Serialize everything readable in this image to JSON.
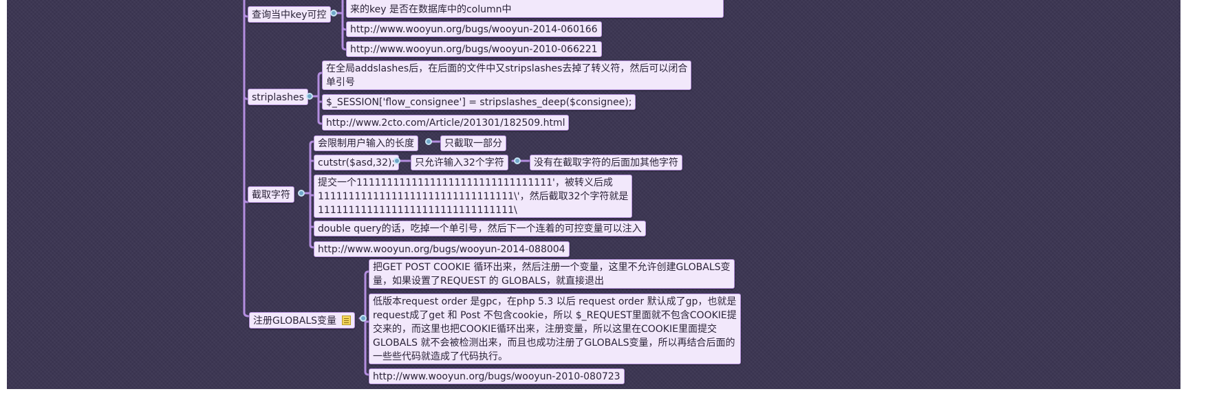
{
  "colors": {
    "background": "#3b3552",
    "node_fill": "#f2e8fb",
    "node_border": "#b590dc",
    "connector": "#b48ee0",
    "knob": "#6fa7c9"
  },
  "branches": {
    "key_controllable": {
      "label": "查询当中key可控",
      "items": [
        "来的key 是否在数据库中的column中",
        "http://www.wooyun.org/bugs/wooyun-2014-060166",
        "http://www.wooyun.org/bugs/wooyun-2010-066221"
      ]
    },
    "stripslashes": {
      "label": "striplashes",
      "items": [
        [
          "在全局addslashes后，在后面的文件中又stripslashes去掉了转义符，然后可以闭合",
          "单引号"
        ],
        "$_SESSION['flow_consignee'] = stripslashes_deep($consignee);",
        "http://www.2cto.com/Article/201301/182509.html"
      ]
    },
    "truncate": {
      "label": "截取字符",
      "limit_length": "会限制用户输入的长度",
      "limit_length_child": "只截取一部分",
      "cutstr": "cutstr($asd,32);",
      "cutstr_child": "只允许输入32个字符",
      "cutstr_grandchild": "没有在截取字符的后面加其他字符",
      "example": [
        "提交一个11111111111111111111111111111111'，被转义后成",
        "11111111111111111111111111111111\\'，然后截取32个字符就是",
        "11111111111111111111111111111111\\"
      ],
      "double_query": "double query的话，吃掉一个单引号，然后下一个连着的可控变量可以注入",
      "link": "http://www.wooyun.org/bugs/wooyun-2014-088004"
    },
    "globals": {
      "label": "注册GLOBALS变量",
      "items": [
        [
          "把GET POST COOKIE 循环出来，然后注册一个变量，这里不允许创建GLOBALS变",
          "量，如果设置了REQUEST 的 GLOBALS，就直接退出"
        ],
        [
          "低版本request order 是gpc，在php 5.3 以后 request order 默认成了gp，也就是",
          "request成了get 和 Post 不包含cookie，所以 $_REQUEST里面就不包含COOKIE提",
          "交来的，而这里也把COOKIE循环出来，注册变量，所以这里在COOKIE里面提交",
          "GLOBALS 就不会被检测出来，而且也成功注册了GLOBALS变量，所以再结合后面的",
          "一些些代码就造成了代码执行。"
        ],
        "http://www.wooyun.org/bugs/wooyun-2010-080723"
      ]
    }
  }
}
